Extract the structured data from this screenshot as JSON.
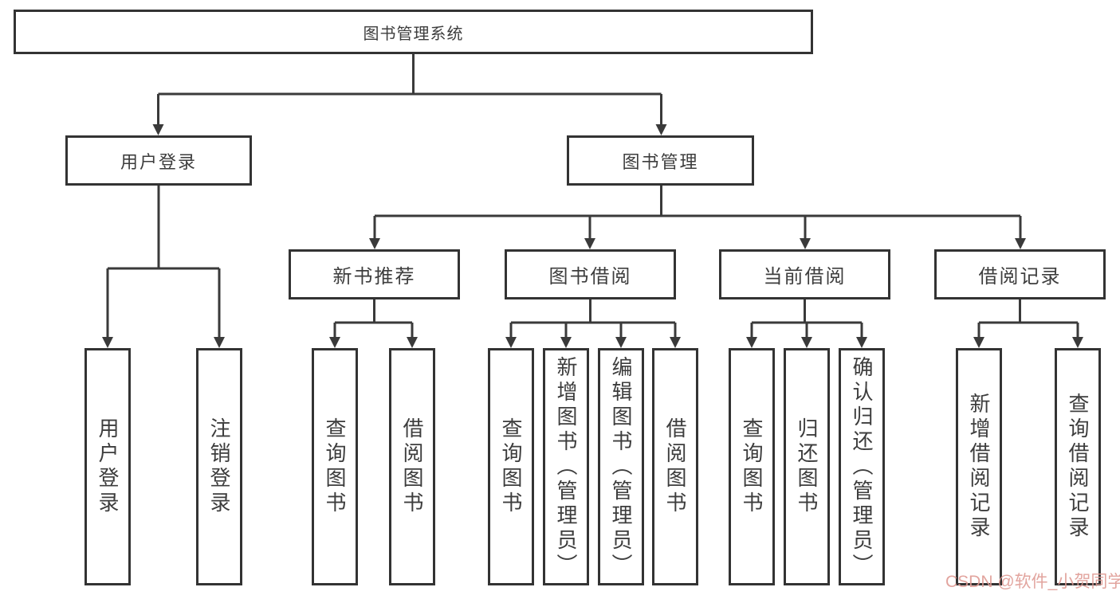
{
  "title": "图书管理系统",
  "watermark": {
    "text": "CSDN @软件_小贺同学",
    "color": "#df9b94"
  },
  "colors": {
    "line": "#3a3a3a",
    "border": "#333333",
    "text": "#3d3d3d",
    "background": "#ffffff",
    "watermark": "#df9b94"
  },
  "tree": {
    "root": {
      "label": "图书管理系统"
    },
    "branches": [
      {
        "label": "用户登录",
        "children": [
          {
            "label": "用户登录"
          },
          {
            "label": "注销登录"
          }
        ]
      },
      {
        "label": "图书管理",
        "children": [
          {
            "label": "新书推荐",
            "children": [
              {
                "label": "查询图书"
              },
              {
                "label": "借阅图书"
              }
            ]
          },
          {
            "label": "图书借阅",
            "children": [
              {
                "label": "查询图书"
              },
              {
                "label": "新增图书（管理员）"
              },
              {
                "label": "编辑图书（管理员）"
              },
              {
                "label": "借阅图书"
              }
            ]
          },
          {
            "label": "当前借阅",
            "children": [
              {
                "label": "查询图书"
              },
              {
                "label": "归还图书"
              },
              {
                "label": "确认归还（管理员）"
              }
            ]
          },
          {
            "label": "借阅记录",
            "children": [
              {
                "label": "新增借阅记录"
              },
              {
                "label": "查询借阅记录"
              }
            ]
          }
        ]
      }
    ]
  }
}
